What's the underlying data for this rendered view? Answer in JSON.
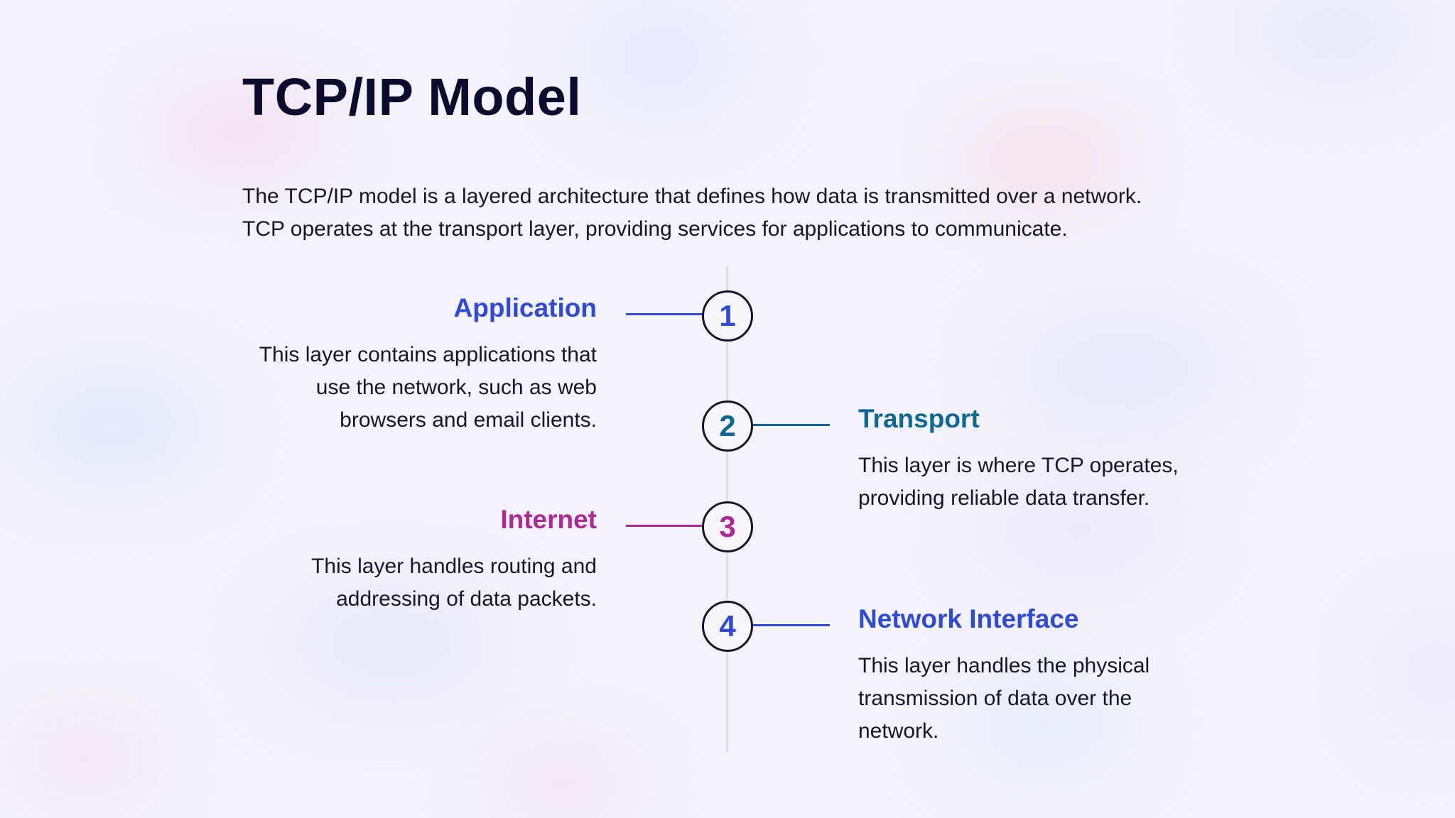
{
  "slide": {
    "title": "TCP/IP Model",
    "intro_lines": [
      "The TCP/IP model is a layered architecture that defines how data is transmitted over a network.",
      "TCP operates at the transport layer, providing services for applications to communicate."
    ]
  },
  "colors": {
    "application": "#2f4ad9",
    "transport": "#0f6894",
    "internet": "#ad2a95",
    "network_interface": "#2f4ad9",
    "circle_border": "#15152a",
    "axis": "#dcdbe6"
  },
  "layers": [
    {
      "number": "1",
      "name": "Application",
      "side": "left",
      "description_lines": [
        "This layer contains applications that",
        "use the network, such as web",
        "browsers and email clients."
      ]
    },
    {
      "number": "2",
      "name": "Transport",
      "side": "right",
      "description_lines": [
        "This layer is where TCP operates,",
        "providing reliable data transfer."
      ]
    },
    {
      "number": "3",
      "name": "Internet",
      "side": "left",
      "description_lines": [
        "This layer handles routing and",
        "addressing of data packets."
      ]
    },
    {
      "number": "4",
      "name": "Network Interface",
      "side": "right",
      "description_lines": [
        "This layer handles the physical",
        "transmission of data over the",
        "network."
      ]
    }
  ]
}
